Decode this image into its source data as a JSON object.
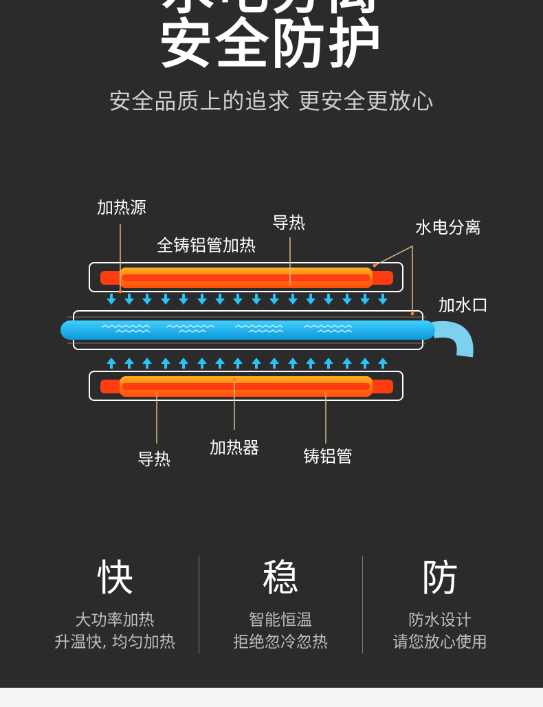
{
  "header": {
    "title_partial": "水电分离",
    "title": "安全防护",
    "subtitle": "安全品质上的追求  更安全更放心"
  },
  "diagram": {
    "labels": {
      "heat_source": "加热源",
      "full_cast": "全铸铝管加热",
      "conduct_top": "导热",
      "separation": "水电分离",
      "water_inlet": "加水口",
      "conduct_bottom": "导热",
      "heater": "加热器",
      "cast_tube": "铸铝管"
    },
    "colors": {
      "background": "#2b2b2b",
      "heater_orange": "#ff8a1c",
      "heater_red": "#ff3d12",
      "water_blue": "#1fb6ee",
      "arrow_blue": "#29c3f5",
      "leader_line": "#d8b98a"
    }
  },
  "features": [
    {
      "char": "快",
      "line1": "大功率加热",
      "line2": "升温快, 均匀加热"
    },
    {
      "char": "稳",
      "line1": "智能恒温",
      "line2": "拒绝忽冷忽热"
    },
    {
      "char": "防",
      "line1": "防水设计",
      "line2": "请您放心使用"
    }
  ]
}
